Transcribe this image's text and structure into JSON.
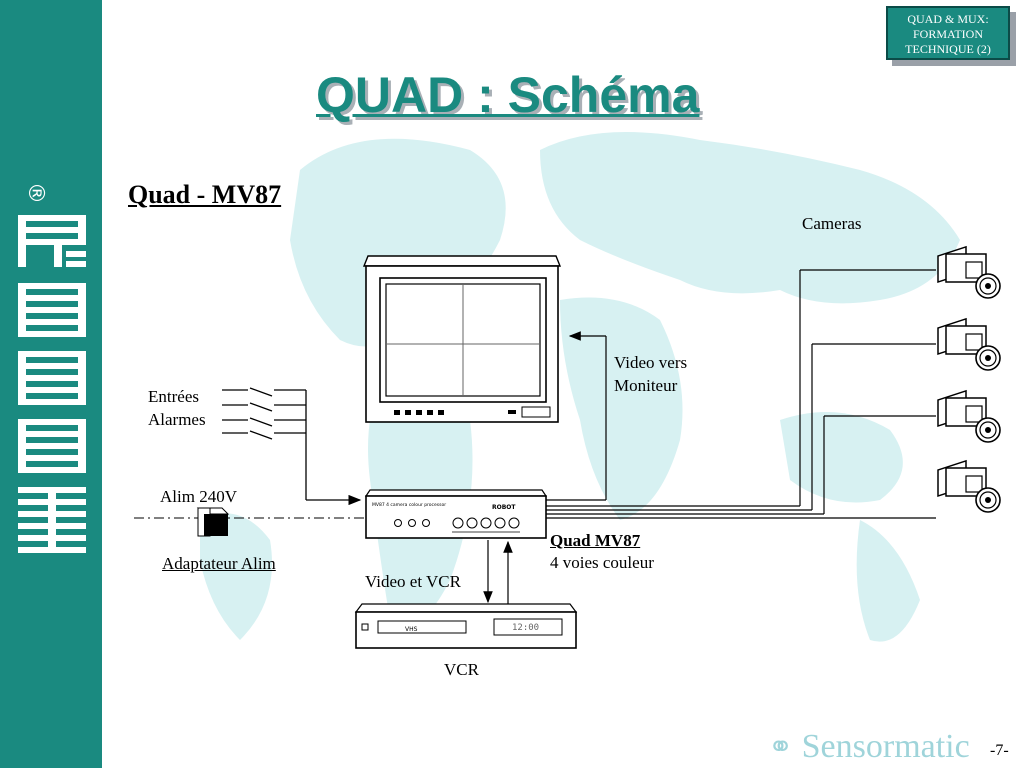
{
  "sidebar": {
    "logo_text": "ROBOT",
    "registered_mark": "®"
  },
  "badge": {
    "line1": "QUAD & MUX:",
    "line2": "FORMATION",
    "line3": "TECHNIQUE (2)"
  },
  "title": "QUAD : Schéma",
  "subtitle": "Quad - MV87",
  "labels": {
    "cameras": "Cameras",
    "video_vers": "Video vers",
    "moniteur": "Moniteur",
    "entrees": "Entrées",
    "alarmes": "Alarmes",
    "alim": "Alim 240V",
    "adaptateur": "Adaptateur Alim",
    "quad_name": "Quad MV87",
    "quad_desc": "4 voies couleur",
    "video_vcr": "Video et VCR",
    "vcr": "VCR"
  },
  "device": {
    "quad_brand": "ROBOT",
    "quad_caption": "MV87 4 camera colour processor",
    "vcr_clock": "12:00",
    "vcr_tape": "VHS"
  },
  "footer": {
    "brand": "Sensormatic",
    "page": "-7-"
  },
  "colors": {
    "teal": "#1a8a80",
    "map": "#d7f1f2"
  }
}
